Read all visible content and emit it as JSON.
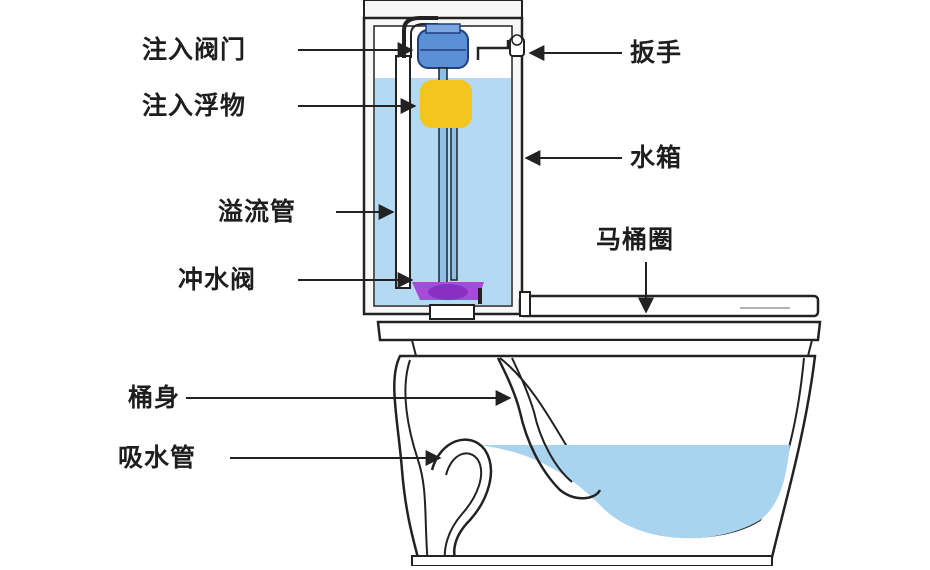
{
  "labels": {
    "inlet_valve": "注入阀门",
    "inlet_float": "注入浮物",
    "overflow_pipe": "溢流管",
    "flush_valve": "冲水阀",
    "handle": "扳手",
    "tank": "水箱",
    "seat_ring": "马桶圈",
    "bowl_body": "桶身",
    "siphon_pipe": "吸水管"
  },
  "colors": {
    "water": "#b3daf2",
    "water_bowl": "#a8d4ef",
    "float": "#f4c41f",
    "flush_valve": "#a64bd8",
    "inlet_valve": "#5b8fd6",
    "line": "#222222"
  }
}
